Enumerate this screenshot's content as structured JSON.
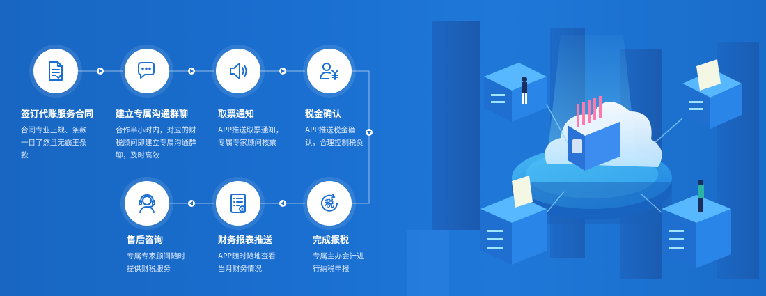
{
  "steps": [
    {
      "title": "签订代账服务合同",
      "desc": "合同专业正规、条款一目了然且无霸王条款"
    },
    {
      "title": "建立专属沟通群聊",
      "desc": "合作半小时内，对应的财税顾问即建立专属沟通群聊，及时高效"
    },
    {
      "title": "取票通知",
      "desc": "APP推送取票通知，专属专家顾问核票"
    },
    {
      "title": "税金确认",
      "desc": "APP推送税金确认，合理控制税负"
    },
    {
      "title": "售后咨询",
      "desc": "专属专家顾问随时提供财税服务"
    },
    {
      "title": "财务报表推送",
      "desc": "APP随时随地查看当月财务情况"
    },
    {
      "title": "完成报税",
      "desc": "专属主办会计进行纳税申报"
    }
  ],
  "icons": {
    "step1": "contract-icon",
    "step2": "chat-icon",
    "step3": "speaker-icon",
    "step4": "user-yuan-icon",
    "step5": "headset-icon",
    "step6": "report-icon",
    "step7": "tax-icon"
  },
  "tax_icon_text": "税",
  "colors": {
    "background": "#1a6fd0",
    "icon": "#1b6fd3",
    "text": "#ffffff",
    "desc": "#d9e8ff"
  }
}
